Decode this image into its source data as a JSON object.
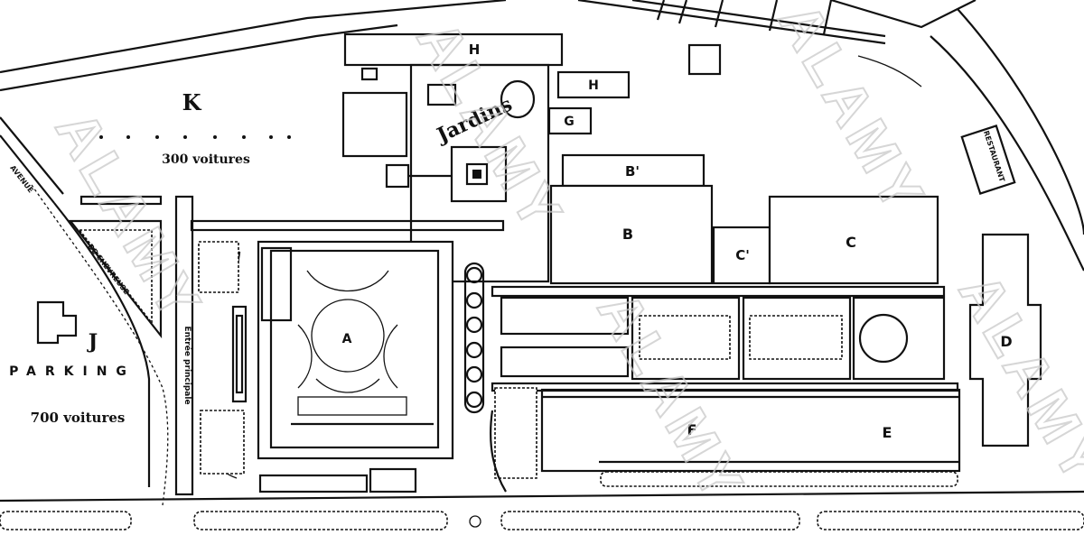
{
  "zones": {
    "H_top": "H",
    "H_small": "H",
    "G": "G",
    "B_prime": "B'",
    "B": "B",
    "C_prime": "C'",
    "C": "C",
    "D": "D",
    "F": "F",
    "E": "E",
    "A": "A",
    "K": "K",
    "J": "J"
  },
  "labels": {
    "jardins": "Jardins",
    "parking_k": "300 voitures",
    "parking_j_word": "PARKING",
    "parking_j_cars": "700 voitures",
    "entree": "Entrée principale",
    "restaurant": "RESTAURANT",
    "avenue_left": "AVENUE",
    "avenue_right": "DE CHEVREUSE"
  },
  "watermark": "ALAMY"
}
